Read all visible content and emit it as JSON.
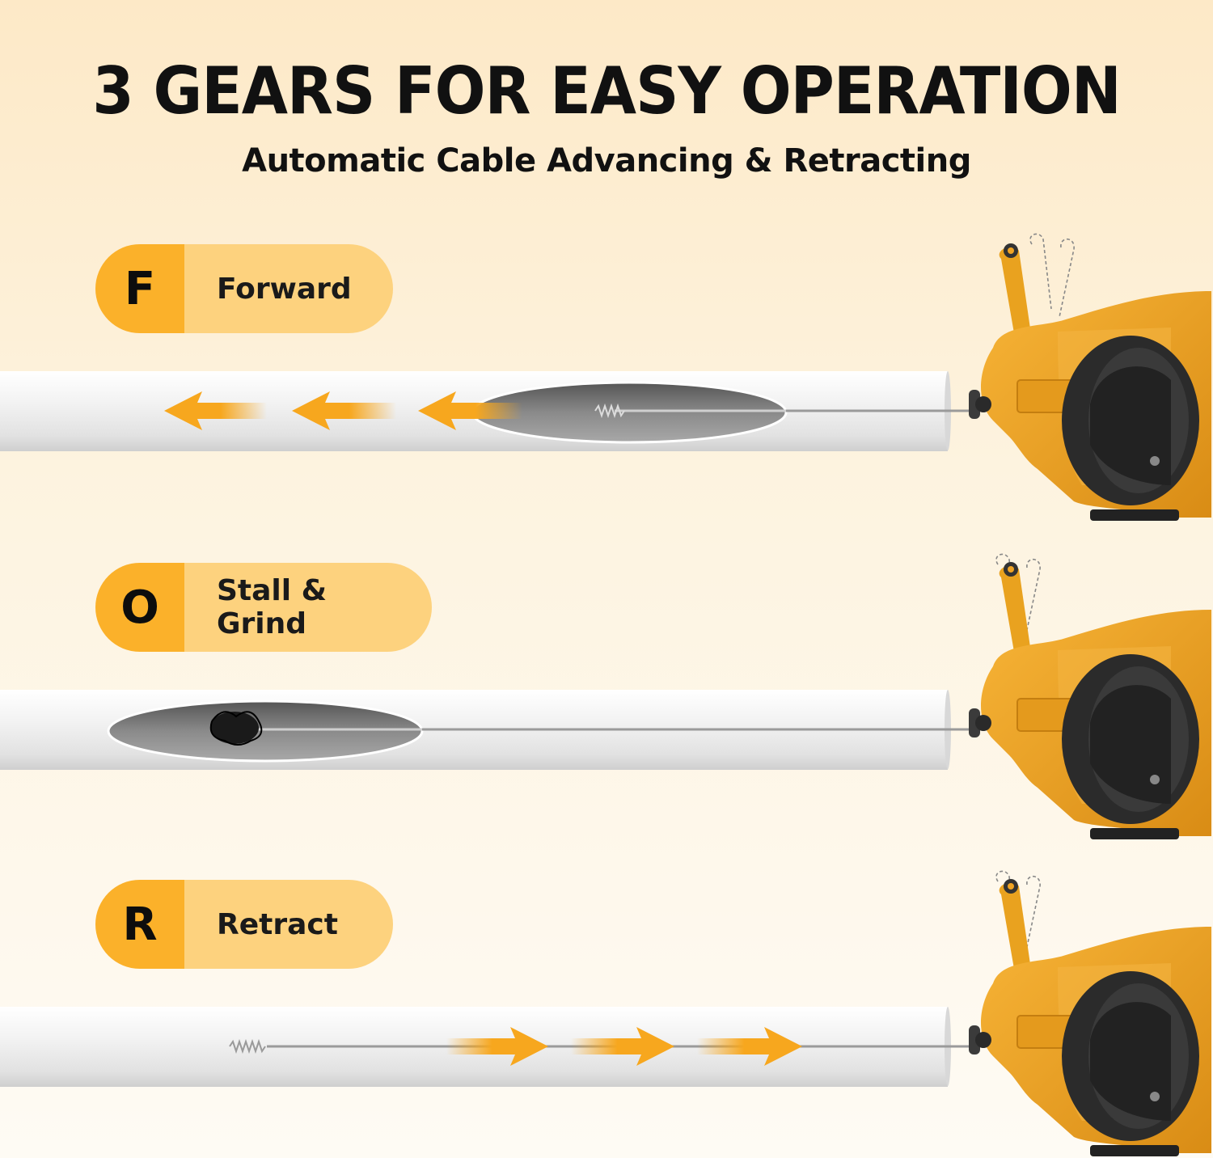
{
  "header": {
    "title": "3 GEARS FOR EASY OPERATION",
    "subtitle": "Automatic Cable Advancing & Retracting"
  },
  "gears": [
    {
      "letter": "F",
      "label": "Forward"
    },
    {
      "letter": "O",
      "label": "Stall & Grind"
    },
    {
      "letter": "R",
      "label": "Retract"
    }
  ],
  "colors": {
    "accent": "#fbb12a",
    "accent_light": "#fdd27e",
    "machine_body": "#f0a424",
    "pipe": "#f2f2f2",
    "drum": "#2b2b2b"
  },
  "icons": [
    "arrow-left-icon",
    "arrow-right-icon",
    "drain-machine-icon",
    "pipe-icon",
    "hair-clog-icon"
  ]
}
